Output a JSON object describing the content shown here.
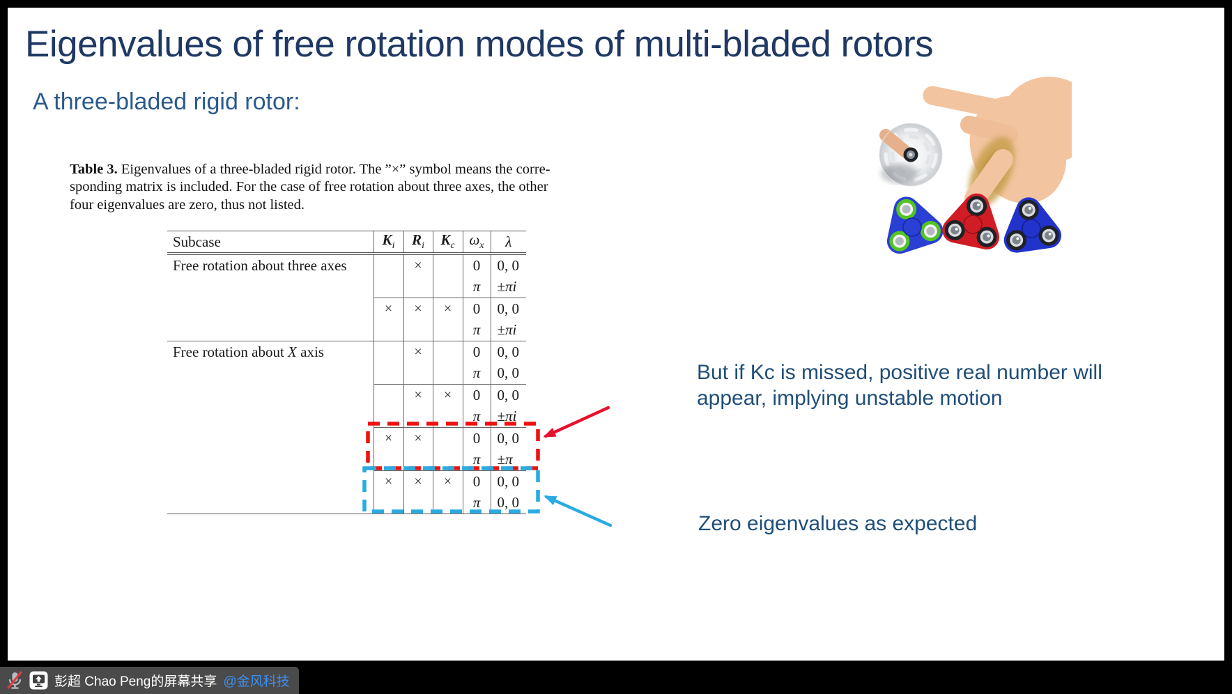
{
  "slide": {
    "title": "Eigenvalues of free rotation modes of multi-bladed rotors",
    "subtitle": "A three-bladed rigid rotor:"
  },
  "table": {
    "caption": {
      "label": "Table 3.",
      "lines": [
        "Eigenvalues of a three-bladed rigid rotor. The ”×” symbol means the corre-",
        "sponding matrix is included. For the case of free rotation about three axes, the other",
        "four eigenvalues are zero, thus not listed."
      ]
    },
    "headers": [
      {
        "text": "Subcase"
      },
      {
        "base": "K",
        "sub": "i",
        "bold": true
      },
      {
        "base": "R",
        "sub": "i",
        "bold": true
      },
      {
        "base": "K",
        "sub": "c",
        "bold": true
      },
      {
        "base": "ω",
        "sub": "x",
        "bold": false
      },
      {
        "base": "λ",
        "sub": "",
        "bold": false
      }
    ],
    "groups": [
      {
        "subcase": {
          "pre": "Free rotation about three axes",
          "var": "",
          "post": ""
        },
        "marks": [
          "",
          "×",
          ""
        ],
        "rows": [
          {
            "w": "0",
            "l": "0, 0"
          },
          {
            "w": "π",
            "l": "±πi"
          }
        ]
      },
      {
        "subcase": null,
        "marks": [
          "×",
          "×",
          "×"
        ],
        "rows": [
          {
            "w": "0",
            "l": "0, 0"
          },
          {
            "w": "π",
            "l": "±πi"
          }
        ]
      },
      {
        "subcase": {
          "pre": "Free rotation about ",
          "var": "X",
          "post": " axis"
        },
        "marks": [
          "",
          "×",
          ""
        ],
        "rows": [
          {
            "w": "0",
            "l": "0, 0"
          },
          {
            "w": "π",
            "l": "0, 0"
          }
        ]
      },
      {
        "subcase": null,
        "marks": [
          "",
          "×",
          "×"
        ],
        "rows": [
          {
            "w": "0",
            "l": "0, 0"
          },
          {
            "w": "π",
            "l": "±πi"
          }
        ]
      },
      {
        "subcase": null,
        "marks": [
          "×",
          "×",
          ""
        ],
        "rows": [
          {
            "w": "0",
            "l": "0, 0"
          },
          {
            "w": "π",
            "l": "±π"
          }
        ],
        "highlight": "red"
      },
      {
        "subcase": null,
        "marks": [
          "×",
          "×",
          "×"
        ],
        "rows": [
          {
            "w": "0",
            "l": "0, 0"
          },
          {
            "w": "π",
            "l": "0, 0"
          }
        ],
        "highlight": "blue"
      }
    ]
  },
  "annotations": {
    "unstable": {
      "lines": [
        "But if Kc is missed, positive real number will",
        "appear, implying unstable motion"
      ]
    },
    "zero": {
      "text": "Zero eigenvalues as expected"
    }
  },
  "share_bar": {
    "text": "彭超 Chao Peng的屏幕共享",
    "mention": "@金风科技"
  },
  "icons": {
    "muted_mic": "microphone-with-red-slash",
    "screen_share": "monitor-with-up-arrow",
    "spinner_photos": "hand-spinning-fidget-spinners"
  },
  "colors": {
    "title": "#1f3864",
    "subtitle": "#2a5a8c",
    "annotation": "#1f4e79",
    "arrow_red": "#e8112d",
    "arrow_blue": "#29abe2",
    "box_red": "#ee1111",
    "box_blue": "#29abe2",
    "bar_bg": "#4a4a4a",
    "mention": "#3d8fef",
    "gold": "#c8a04e",
    "sp_left_body": "#2a3fd4",
    "sp_left_ring": "#53c422",
    "sp_mid_body": "#d01c24",
    "sp_right_body": "#2233cc"
  }
}
